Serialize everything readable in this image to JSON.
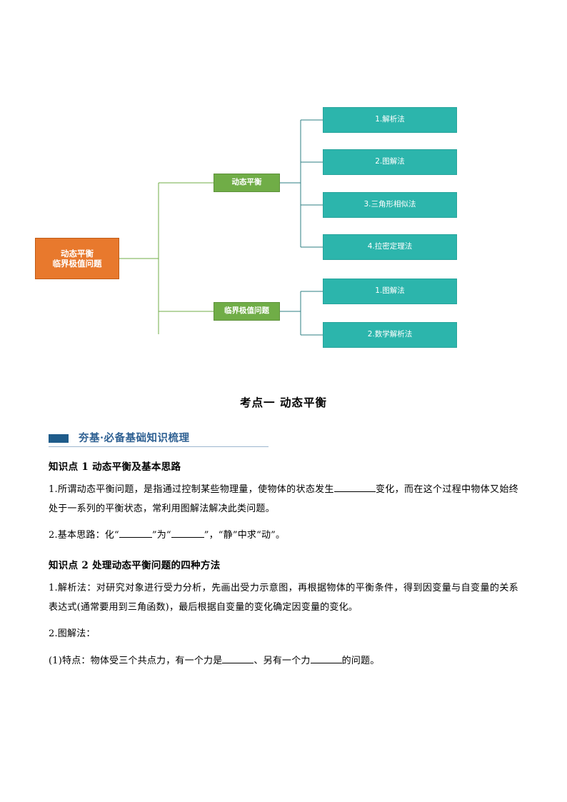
{
  "diagram": {
    "type": "mind-map",
    "root": {
      "line1": "动态平衡",
      "line2": "临界极值问题",
      "color": "#E8792D"
    },
    "branches": [
      {
        "label": "动态平衡",
        "color": "#70AD47",
        "children": [
          "1.解析法",
          "2.图解法",
          "3.三角形相似法",
          "4.拉密定理法"
        ]
      },
      {
        "label": "临界极值问题",
        "color": "#70AD47",
        "children": [
          "1.图解法",
          "2.数学解析法"
        ]
      }
    ],
    "leaf_color": "#2CB5AC"
  },
  "document": {
    "title": "考点一 动态平衡",
    "banner": {
      "label": "夯基·必备基础知识梳理",
      "color": "#2F6193",
      "shape_color": "#1F5C8B"
    },
    "sections": [
      {
        "heading": "知识点 1 动态平衡及基本思路",
        "items": [
          {
            "id": "kp1-item1",
            "prefix": "1.所谓动态平衡问题，是指通过控制某些物理量，使物体的状态发生",
            "suffix": "变化，而在这个过程中物体又始终处于一系列的平衡状态，常利用图解法解决此类问题。"
          },
          {
            "id": "kp1-item2",
            "seg1": "2.基本思路：化“",
            "seg2": "”为“",
            "seg3": "”，“静”中求“动”。"
          }
        ]
      },
      {
        "heading": "知识点 2 处理动态平衡问题的四种方法",
        "items": [
          {
            "id": "kp2-item1",
            "text": "1.解析法：对研究对象进行受力分析，先画出受力示意图，再根据物体的平衡条件，得到因变量与自变量的关系表达式(通常要用到三角函数)，最后根据自变量的变化确定因变量的变化。"
          },
          {
            "id": "kp2-item2",
            "text": "2.图解法："
          },
          {
            "id": "kp2-item3",
            "seg1": "(1)特点：物体受三个共点力，有一个力是",
            "seg2": "、另有一个力",
            "seg3": "的问题。"
          }
        ]
      }
    ]
  }
}
